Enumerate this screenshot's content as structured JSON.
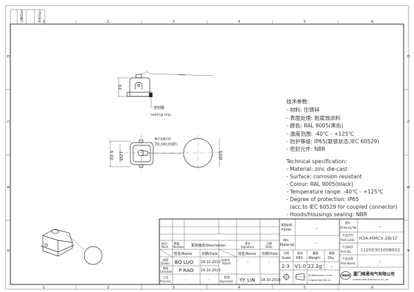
{
  "frame": {
    "top_stamp": [
      "日期/Date",
      "签名/Sign"
    ],
    "columns": [
      "1",
      "2",
      "3",
      "4",
      "5",
      "6"
    ],
    "rows": [
      "D",
      "C",
      "B",
      "A"
    ]
  },
  "views": {
    "sealing_ring_cn": "密封圈",
    "sealing_ring_en": "sealing ring",
    "dim_height": "19",
    "dim_width": "33.5",
    "dim_inner": "Ø27",
    "dim_loop": "Ø25",
    "rope_cn": "绳子长度120",
    "rope_en": "The rope length"
  },
  "spec_cn": {
    "title": "技术参数:",
    "items": [
      "- 材料: 压铸锌",
      "- 表面处理: 耐腐蚀涂料",
      "- 颜色: RAL 9005(黑色)",
      "- 温度范围: -40℃ - +125℃",
      "- 防护等级: IP65(联锁状态,IEC 60529)",
      "- 密封元件: NBR"
    ]
  },
  "spec_en": {
    "title": "Technical specification:",
    "items": [
      "- Material: zinc die-cast",
      "- Surface: corrosion resistant",
      "- Colour: RAL 9005(black)",
      "- Temperature range: -40℃ - +125℃",
      "- Degree of protection: IP65",
      "  (acc.to IEC 60529 for coupled connector)",
      "- Hoods/Housings sealing: NBR"
    ]
  },
  "title_block": {
    "mark_cn": "标记",
    "mark_en": "Mark",
    "number_cn": "数量",
    "number_en": "Number",
    "description": "更改描述/Description",
    "signature_cn": "签名",
    "signature_en": "Signature",
    "date_cn": "日期",
    "date_en": "Date",
    "name_date_name": "姓名/Name",
    "name_date_date": "日期/Date",
    "drawn_cn": "绘图",
    "drawn_en": "Drawn",
    "drawn_name": "BQ LUO",
    "drawn_date": "18.10.2010",
    "checked_cn": "审核",
    "checked_en": "Checked",
    "checked_name": "P RAO",
    "checked_date": "18.10.2010",
    "process_cn": "工艺",
    "process_en": "Process",
    "process_name": "–",
    "process_date": "–",
    "stand_cn": "标准化",
    "stand_en": "Stand.",
    "stand_name": "–",
    "stand_date": "–",
    "approved_cn": "批准",
    "approved_en": "Approved",
    "approved_name": "YY LIN",
    "approved_date": "18.10.2010",
    "finish_cn": "表面处理",
    "finish_en": "Finish",
    "finish_value": "–",
    "material_cn": "材料",
    "material_en": "Material",
    "material_value": "–",
    "scale_cn": "比例",
    "scale_en": "Scale",
    "scale_value": "2:3",
    "rev_cn": "版本",
    "rev_en": "REV.",
    "rev_value": "V1.0",
    "weight_cn": "重量",
    "weight_en": "Weight",
    "weight_value": "22.2g",
    "qty_cn": "数量",
    "qty_en": "Qty.",
    "qty_value": "–",
    "dims_note_1": "All Dimensions in mm",
    "dims_note_2": "Original Size DIN A 4",
    "drawing_no_cn": "图号",
    "drawing_no_en": "Drawing No.",
    "drawing_no_value": "–",
    "part_code_cn": "产品代号",
    "part_code_en": "Part Code",
    "part_code_value": "H3A-MMCV-2B/1F",
    "part_no_cn": "产品料号",
    "part_no_en": "Part No.",
    "part_no_value": "11200301008002",
    "part_name_cn": "产品名称",
    "part_name_en": "Part Name",
    "part_name_value": "–",
    "company_logo": "WAIN",
    "company_cn": "厦门唯恩电气有限公司",
    "company_en": "XIAMEN WAIN ELECTRICAL CO.,LTD"
  }
}
